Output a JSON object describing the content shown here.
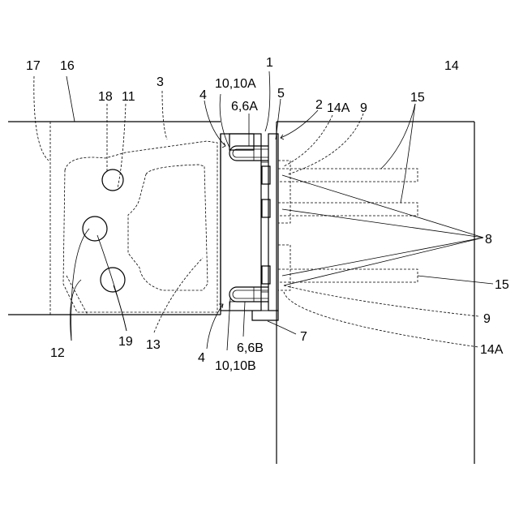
{
  "labels": {
    "l17": "17",
    "l16": "16",
    "l1": "1",
    "l14": "14",
    "l3": "3",
    "l10a": "10,10A",
    "l18": "18",
    "l11": "11",
    "l4a": "4",
    "l6a": "6,6A",
    "l5": "5",
    "l2": "2",
    "l14a_top": "14A",
    "l9_top": "9",
    "l15_top": "15",
    "l8": "8",
    "l15_right": "15",
    "l9_right": "9",
    "l7": "7",
    "l14a_bottom": "14A",
    "l12": "12",
    "l19": "19",
    "l13": "13",
    "l4b": "4",
    "l6b": "6,6B",
    "l10b": "10,10B"
  }
}
